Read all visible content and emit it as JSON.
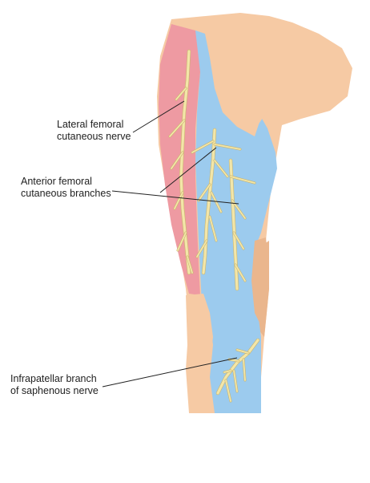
{
  "labels": {
    "lateral_femoral": {
      "line1": "Lateral femoral",
      "line2": "cutaneous nerve"
    },
    "anterior_femoral": {
      "line1": "Anterior femoral",
      "line2": "cutaneous branches"
    },
    "infrapatellar": {
      "line1": "Infrapatellar branch",
      "line2": "of saphenous nerve"
    }
  },
  "colors": {
    "skin": "#f6caa4",
    "skin_shadow": "#eab68d",
    "lateral_zone": "#ee9aa2",
    "anterior_zone": "#9ccbee",
    "nerve": "#f3e6a8",
    "nerve_edge": "#c9b56e",
    "leader": "#222222"
  }
}
